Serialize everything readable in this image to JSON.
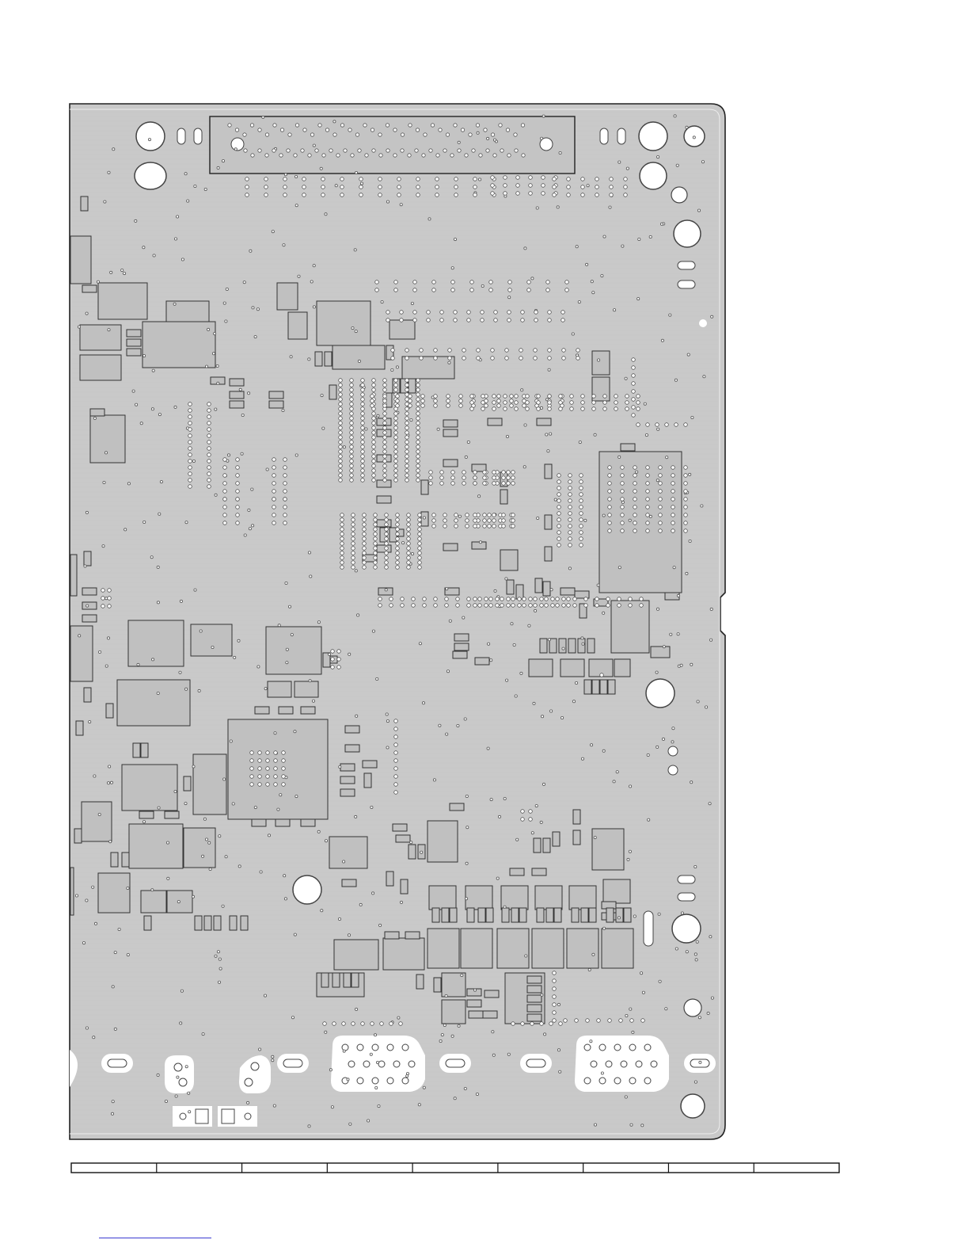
{
  "document": {
    "title": "",
    "view": "pcb-layout-bottom-side",
    "colors": {
      "board": "#c9c9c9",
      "outline": "#222222",
      "component": "#b9b9b9",
      "via_fill": "#ffffff",
      "via_ring": "#555555",
      "trace": "#bdbdbd",
      "background": "#ffffff",
      "link": "#3a3ad0"
    },
    "ruler": {
      "segments": 9
    },
    "connectors": {
      "vga_left_pins": 15,
      "vga_right_pins": 15,
      "top_header": "edge-connector"
    },
    "icons": [
      "mounting-hole-icon",
      "via-icon",
      "ic-chip-icon",
      "capacitor-icon",
      "connector-icon"
    ]
  }
}
